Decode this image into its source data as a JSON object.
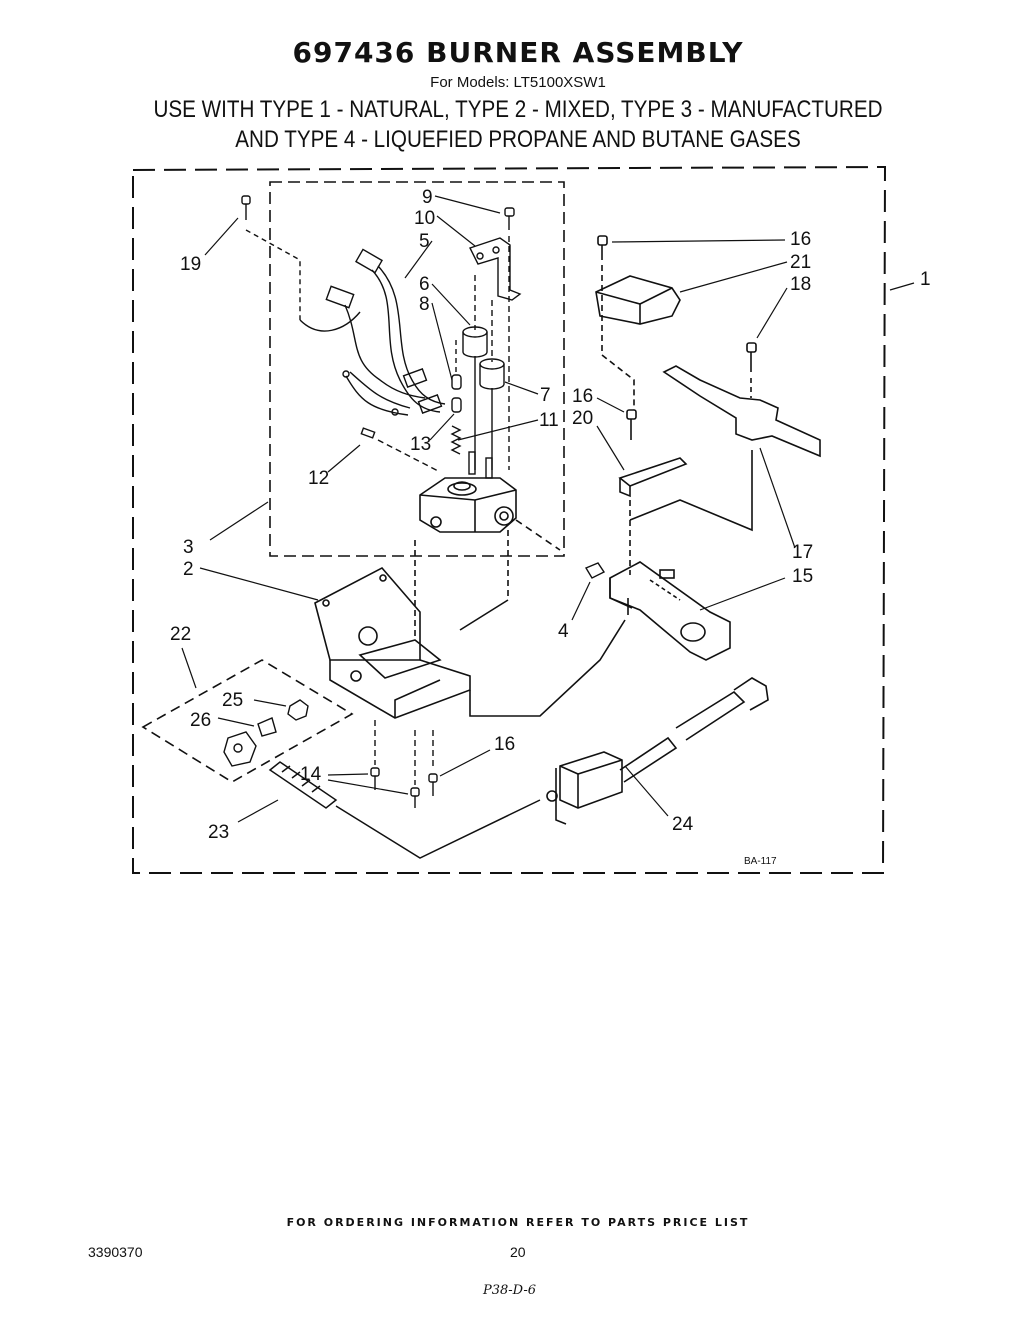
{
  "header": {
    "title": "697436 BURNER ASSEMBLY",
    "models": "For Models: LT5100XSW1",
    "use_line1": "USE WITH TYPE 1 - NATURAL, TYPE 2 - MIXED, TYPE 3 - MANUFACTURED",
    "use_line2": "AND TYPE 4 - LIQUEFIED PROPANE AND BUTANE GASES"
  },
  "diagram": {
    "drawing_code": "BA-117",
    "callouts": [
      "1",
      "2",
      "3",
      "4",
      "5",
      "6",
      "7",
      "8",
      "9",
      "10",
      "11",
      "12",
      "13",
      "14",
      "15",
      "16",
      "16",
      "16",
      "17",
      "18",
      "19",
      "20",
      "21",
      "22",
      "23",
      "24",
      "25",
      "26"
    ]
  },
  "footer": {
    "ordering_note": "FOR ORDERING INFORMATION REFER TO PARTS PRICE LIST",
    "doc_number": "3390370",
    "page_number": "20",
    "handwritten_note": "P38-D-6"
  }
}
